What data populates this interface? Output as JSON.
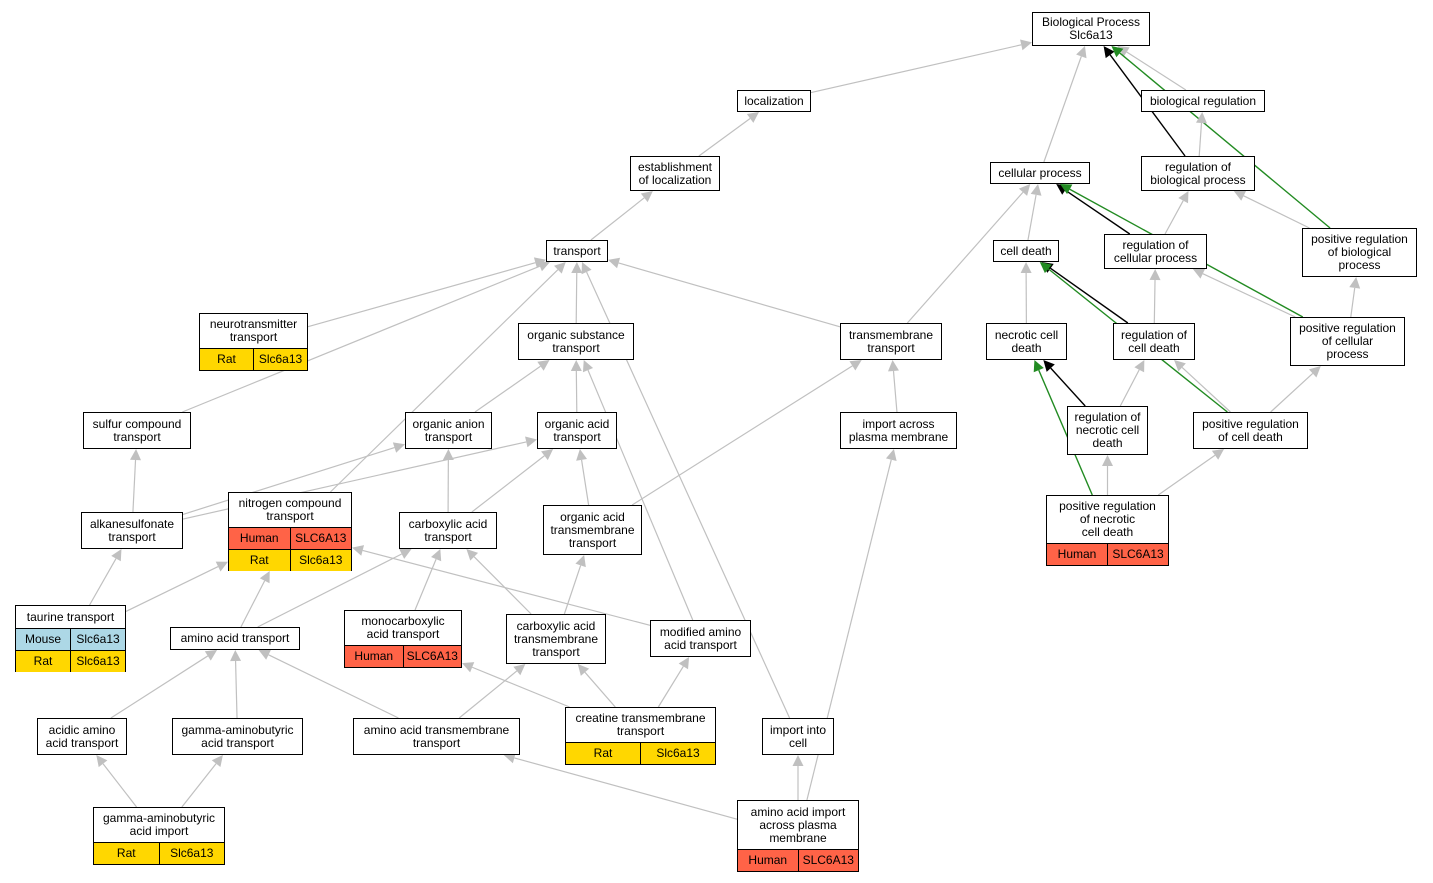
{
  "colors": {
    "human": "#ff6347",
    "mouse": "#add8e6",
    "rat": "#ffd700",
    "edge_default": "#c0c0c0",
    "edge_black": "#000000",
    "edge_green": "#228b22"
  },
  "nodes": {
    "bp": {
      "label": "Biological Process\nSlc6a13"
    },
    "loc": {
      "label": "localization"
    },
    "bioreg": {
      "label": "biological regulation"
    },
    "estloc": {
      "label": "establishment\nof localization"
    },
    "cellproc": {
      "label": "cellular process"
    },
    "regbio": {
      "label": "regulation of\nbiological process"
    },
    "transport": {
      "label": "transport"
    },
    "celldeath": {
      "label": "cell death"
    },
    "regcell": {
      "label": "regulation of\ncellular process"
    },
    "posregbio": {
      "label": "positive regulation\nof biological\nprocess"
    },
    "neuro": {
      "label": "neurotransmitter\ntransport",
      "ann": [
        {
          "species": "Rat",
          "gene": "Slc6a13"
        }
      ]
    },
    "orgsub": {
      "label": "organic substance\ntransport"
    },
    "tmtrans": {
      "label": "transmembrane\ntransport"
    },
    "necro": {
      "label": "necrotic cell\ndeath"
    },
    "regcd": {
      "label": "regulation of\ncell death"
    },
    "posregcell": {
      "label": "positive regulation\nof cellular\nprocess"
    },
    "sulfur": {
      "label": "sulfur compound\ntransport"
    },
    "organion": {
      "label": "organic anion\ntransport"
    },
    "orgacid": {
      "label": "organic acid\ntransport"
    },
    "importpm": {
      "label": "import across\nplasma membrane"
    },
    "regnecro": {
      "label": "regulation of\nnecrotic cell\ndeath"
    },
    "posregcd": {
      "label": "positive regulation\nof cell death"
    },
    "nitrogen": {
      "label": "nitrogen compound\ntransport",
      "ann": [
        {
          "species": "Human",
          "gene": "SLC6A13"
        },
        {
          "species": "Rat",
          "gene": "Slc6a13"
        }
      ]
    },
    "alkane": {
      "label": "alkanesulfonate\ntransport"
    },
    "carbox": {
      "label": "carboxylic acid\ntransport"
    },
    "orgacidtm": {
      "label": "organic acid\ntransmembrane\ntransport"
    },
    "posregnecro": {
      "label": "positive regulation\nof necrotic\ncell death",
      "ann": [
        {
          "species": "Human",
          "gene": "SLC6A13"
        }
      ]
    },
    "taurine": {
      "label": "taurine transport",
      "ann": [
        {
          "species": "Mouse",
          "gene": "Slc6a13"
        },
        {
          "species": "Rat",
          "gene": "Slc6a13"
        }
      ]
    },
    "monocarb": {
      "label": "monocarboxylic\nacid transport",
      "ann": [
        {
          "species": "Human",
          "gene": "SLC6A13"
        }
      ]
    },
    "aminoacid": {
      "label": "amino acid transport"
    },
    "carboxtm": {
      "label": "carboxylic acid\ntransmembrane\ntransport"
    },
    "modamino": {
      "label": "modified amino\nacid transport"
    },
    "acidic": {
      "label": "acidic amino\nacid transport"
    },
    "gaba": {
      "label": "gamma-aminobutyric\nacid transport"
    },
    "aatm": {
      "label": "amino acid transmembrane\ntransport"
    },
    "creatine": {
      "label": "creatine transmembrane\ntransport",
      "ann": [
        {
          "species": "Rat",
          "gene": "Slc6a13"
        }
      ]
    },
    "importcell": {
      "label": "import into\ncell"
    },
    "gabaimp": {
      "label": "gamma-aminobutyric\nacid import",
      "ann": [
        {
          "species": "Rat",
          "gene": "Slc6a13"
        }
      ]
    },
    "aaimport": {
      "label": "amino acid import\nacross plasma\nmembrane",
      "ann": [
        {
          "species": "Human",
          "gene": "SLC6A13"
        }
      ]
    }
  },
  "edges": [
    {
      "from": "loc",
      "to": "bp",
      "color": "default"
    },
    {
      "from": "bioreg",
      "to": "bp",
      "color": "default"
    },
    {
      "from": "cellproc",
      "to": "bp",
      "color": "default"
    },
    {
      "from": "regbio",
      "to": "bp",
      "color": "black"
    },
    {
      "from": "posregbio",
      "to": "bp",
      "color": "green"
    },
    {
      "from": "estloc",
      "to": "loc",
      "color": "default"
    },
    {
      "from": "regbio",
      "to": "bioreg",
      "color": "default"
    },
    {
      "from": "transport",
      "to": "estloc",
      "color": "default"
    },
    {
      "from": "regcell",
      "to": "regbio",
      "color": "default"
    },
    {
      "from": "posregbio",
      "to": "regbio",
      "color": "default"
    },
    {
      "from": "regcell",
      "to": "cellproc",
      "color": "black"
    },
    {
      "from": "posregcell",
      "to": "cellproc",
      "color": "green"
    },
    {
      "from": "celldeath",
      "to": "cellproc",
      "color": "default"
    },
    {
      "from": "tmtrans",
      "to": "cellproc",
      "color": "default"
    },
    {
      "from": "posregcell",
      "to": "regcell",
      "color": "default"
    },
    {
      "from": "regcd",
      "to": "regcell",
      "color": "default"
    },
    {
      "from": "posregcell",
      "to": "posregbio",
      "color": "default"
    },
    {
      "from": "necro",
      "to": "celldeath",
      "color": "default"
    },
    {
      "from": "regcd",
      "to": "celldeath",
      "color": "black"
    },
    {
      "from": "posregcd",
      "to": "celldeath",
      "color": "green"
    },
    {
      "from": "regnecro",
      "to": "necro",
      "color": "black"
    },
    {
      "from": "posregnecro",
      "to": "necro",
      "color": "green"
    },
    {
      "from": "regnecro",
      "to": "regcd",
      "color": "default"
    },
    {
      "from": "posregcd",
      "to": "regcd",
      "color": "default"
    },
    {
      "from": "posregcd",
      "to": "posregcell",
      "color": "default"
    },
    {
      "from": "posregnecro",
      "to": "regnecro",
      "color": "default"
    },
    {
      "from": "posregnecro",
      "to": "posregcd",
      "color": "default"
    },
    {
      "from": "orgsub",
      "to": "transport",
      "color": "default"
    },
    {
      "from": "tmtrans",
      "to": "transport",
      "color": "default"
    },
    {
      "from": "neuro",
      "to": "transport",
      "color": "default"
    },
    {
      "from": "sulfur",
      "to": "transport",
      "color": "default"
    },
    {
      "from": "nitrogen",
      "to": "transport",
      "color": "default"
    },
    {
      "from": "importcell",
      "to": "transport",
      "color": "default"
    },
    {
      "from": "organion",
      "to": "orgsub",
      "color": "default"
    },
    {
      "from": "orgacid",
      "to": "orgsub",
      "color": "default"
    },
    {
      "from": "modamino",
      "to": "orgsub",
      "color": "default"
    },
    {
      "from": "importpm",
      "to": "tmtrans",
      "color": "default"
    },
    {
      "from": "orgacidtm",
      "to": "tmtrans",
      "color": "default"
    },
    {
      "from": "alkane",
      "to": "sulfur",
      "color": "default"
    },
    {
      "from": "carbox",
      "to": "organion",
      "color": "default"
    },
    {
      "from": "alkane",
      "to": "organion",
      "color": "default"
    },
    {
      "from": "carbox",
      "to": "orgacid",
      "color": "default"
    },
    {
      "from": "orgacidtm",
      "to": "orgacid",
      "color": "default"
    },
    {
      "from": "alkane",
      "to": "orgacid",
      "color": "default"
    },
    {
      "from": "aaimport",
      "to": "importpm",
      "color": "default"
    },
    {
      "from": "taurine",
      "to": "alkane",
      "color": "default"
    },
    {
      "from": "taurine",
      "to": "nitrogen",
      "color": "default"
    },
    {
      "from": "aminoacid",
      "to": "nitrogen",
      "color": "default"
    },
    {
      "from": "modamino",
      "to": "nitrogen",
      "color": "default"
    },
    {
      "from": "aminoacid",
      "to": "carbox",
      "color": "default"
    },
    {
      "from": "monocarb",
      "to": "carbox",
      "color": "default"
    },
    {
      "from": "carboxtm",
      "to": "carbox",
      "color": "default"
    },
    {
      "from": "carboxtm",
      "to": "orgacidtm",
      "color": "default"
    },
    {
      "from": "creatine",
      "to": "monocarb",
      "color": "default"
    },
    {
      "from": "aatm",
      "to": "carboxtm",
      "color": "default"
    },
    {
      "from": "creatine",
      "to": "carboxtm",
      "color": "default"
    },
    {
      "from": "creatine",
      "to": "modamino",
      "color": "default"
    },
    {
      "from": "acidic",
      "to": "aminoacid",
      "color": "default"
    },
    {
      "from": "gaba",
      "to": "aminoacid",
      "color": "default"
    },
    {
      "from": "aatm",
      "to": "aminoacid",
      "color": "default"
    },
    {
      "from": "gabaimp",
      "to": "acidic",
      "color": "default"
    },
    {
      "from": "gabaimp",
      "to": "gaba",
      "color": "default"
    },
    {
      "from": "aaimport",
      "to": "aatm",
      "color": "default"
    },
    {
      "from": "aaimport",
      "to": "importcell",
      "color": "default"
    }
  ]
}
